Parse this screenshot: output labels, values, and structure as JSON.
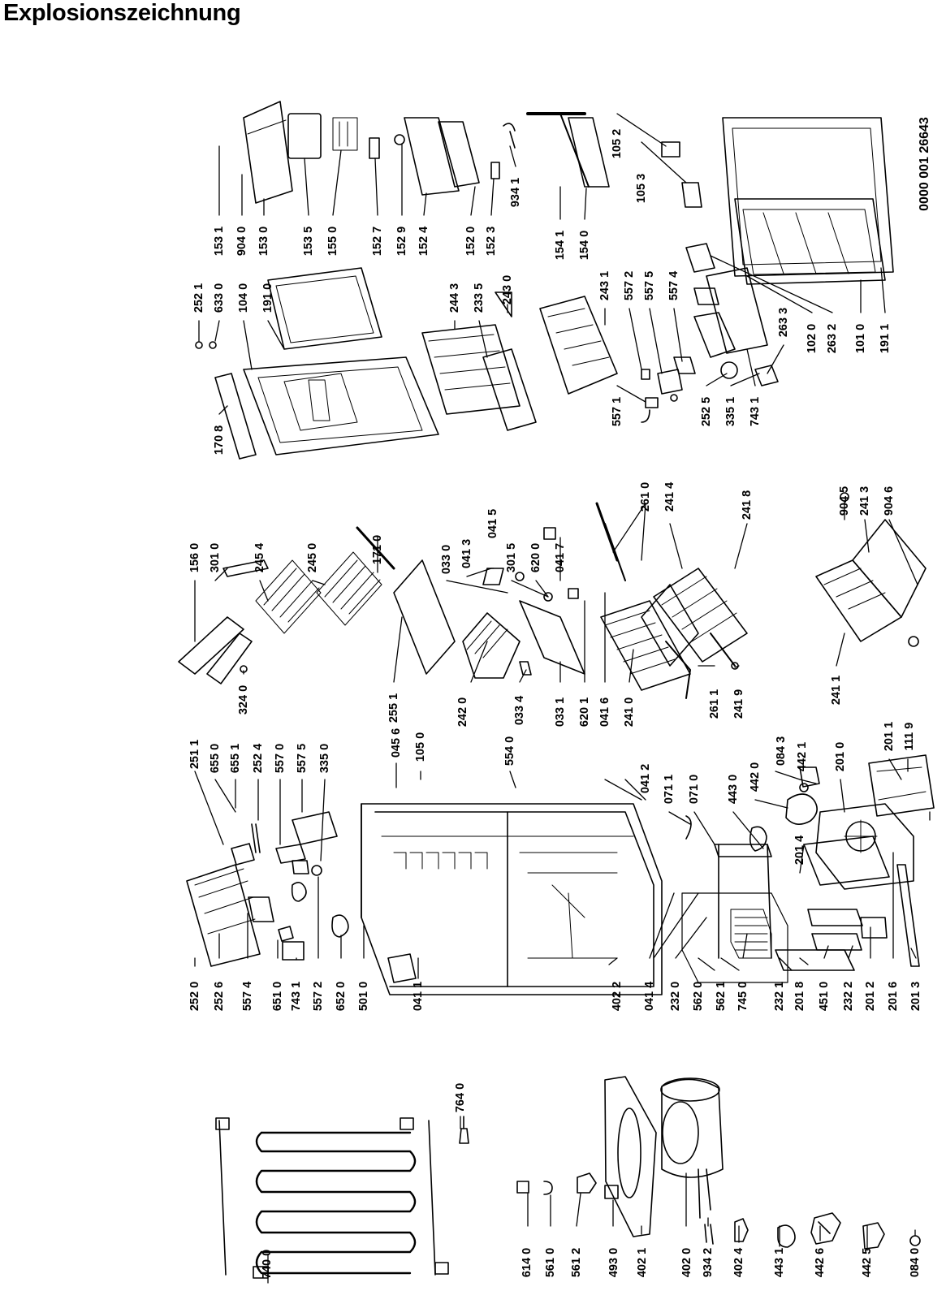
{
  "title": "Explosionszeichnung",
  "document_number": "0000 001 26643",
  "part_labels": [
    "740 0",
    "764 0",
    "614 0",
    "561 0",
    "561 2",
    "493 0",
    "402 1",
    "402 0",
    "934 2",
    "402 4",
    "443 1",
    "442 6",
    "442 5",
    "084 0",
    "252 0",
    "252 6",
    "557 4",
    "651 0",
    "743 1",
    "557 2",
    "652 0",
    "501 0",
    "041 1",
    "251 1",
    "655 0",
    "655 1",
    "252 4",
    "557 0",
    "557 5",
    "335 0",
    "045 6",
    "105 0",
    "554 0",
    "041 2",
    "071 1",
    "071 0",
    "443 0",
    "442 0",
    "084 3",
    "442 1",
    "201 0",
    "201 1",
    "111 9",
    "201 4",
    "402 2",
    "041 4",
    "232 0",
    "562 0",
    "562 1",
    "745 0",
    "232 1",
    "201 8",
    "451 0",
    "232 2",
    "201 2",
    "201 6",
    "201 3",
    "156 0",
    "301 0",
    "245 4",
    "245 0",
    "171 0",
    "324 0",
    "255 1",
    "033 0",
    "041 3",
    "041 5",
    "301 5",
    "620 0",
    "041 7",
    "242 0",
    "033 4",
    "033 1",
    "620 1",
    "041 6",
    "241 0",
    "261 0",
    "241 4",
    "241 8",
    "261 1",
    "241 9",
    "241 1",
    "904 5",
    "241 3",
    "904 6",
    "170 8",
    "252 1",
    "633 0",
    "104 0",
    "191 0",
    "244 3",
    "233 5",
    "243 0",
    "243 1",
    "557 2",
    "557 5",
    "557 4",
    "557 1",
    "252 5",
    "335 1",
    "743 1",
    "263 3",
    "153 1",
    "904 0",
    "153 0",
    "153 5",
    "155 0",
    "152 7",
    "152 9",
    "152 4",
    "152 0",
    "152 3",
    "934 1",
    "154 1",
    "154 0",
    "105 2",
    "105 3",
    "102 0",
    "263 2",
    "101 0",
    "191 1"
  ]
}
